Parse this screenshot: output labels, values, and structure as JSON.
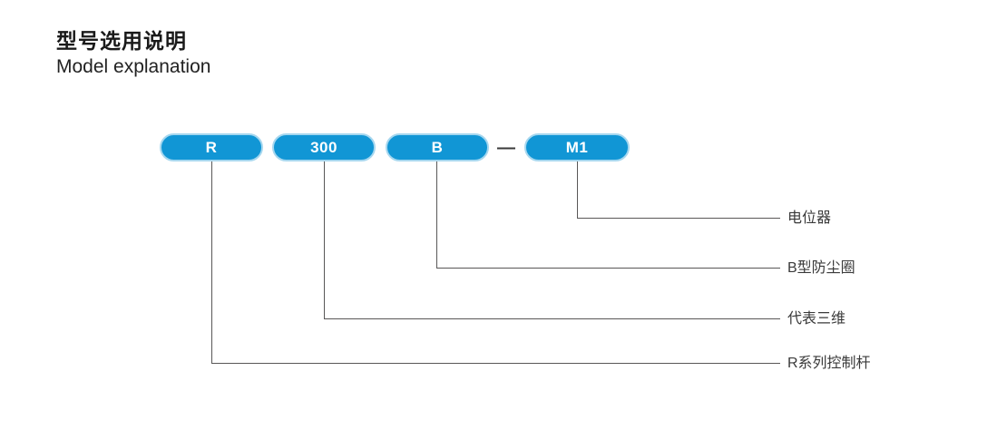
{
  "header": {
    "title_zh": "型号选用说明",
    "title_en": "Model explanation"
  },
  "diagram": {
    "separator": "—",
    "pills": [
      {
        "label": "R",
        "desc": "R系列控制杆"
      },
      {
        "label": "300",
        "desc": "代表三维"
      },
      {
        "label": "B",
        "desc": "B型防尘圈"
      },
      {
        "label": "M1",
        "desc": "电位器"
      }
    ],
    "colors": {
      "pill_fill": "#1196d5",
      "pill_border": "#a6d7ef",
      "pill_text": "#ffffff",
      "line": "#595757",
      "label_text": "#3a3a3a"
    }
  }
}
